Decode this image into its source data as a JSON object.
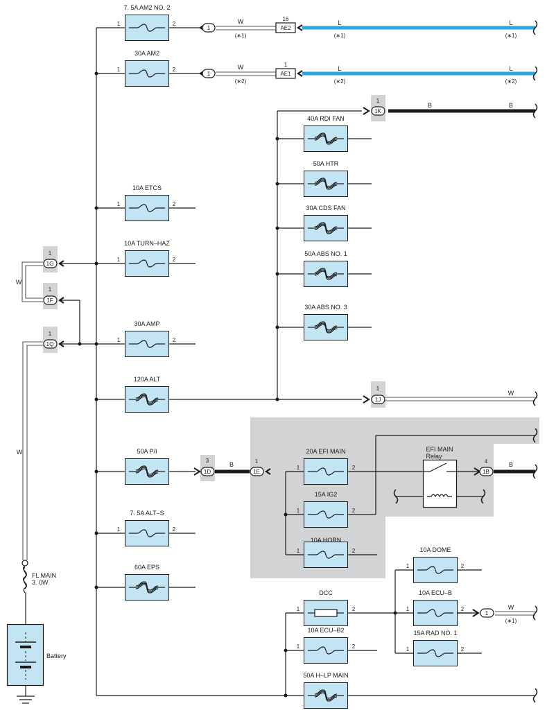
{
  "colors": {
    "fuse_fill": "#c3e4f3",
    "wire_blue": "#2aa6de",
    "shade": "#d2d3d4",
    "tag": "#d3d3d3",
    "line": "#1a1a1a"
  },
  "fuses": {
    "am2_no2": "7. 5A AM2 NO. 2",
    "am2": "30A AM2",
    "etcs": "10A ETCS",
    "turn_haz": "10A TURN–HAZ",
    "amp": "30A AMP",
    "alt": "120A ALT",
    "pi": "50A P/I",
    "alt_s": "7. 5A ALT–S",
    "eps": "60A EPS",
    "rdi_fan": "40A RDI FAN",
    "htr": "50A HTR",
    "cds_fan": "30A CDS FAN",
    "abs1": "50A ABS NO. 1",
    "abs3": "30A ABS NO. 3",
    "efi_main": "20A EFI MAIN",
    "ig2": "15A IG2",
    "horn": "10A HORN",
    "dcc": "DCC",
    "ecu_b2": "10A ECU–B2",
    "hlp_main": "50A H–LP MAIN",
    "dome": "10A DOME",
    "ecu_b": "10A ECU–B",
    "rad1": "15A RAD NO. 1"
  },
  "relay": {
    "name": "EFI MAIN",
    "sub": "Relay"
  },
  "fl_main": {
    "name": "FL MAIN",
    "size": "3. 0W"
  },
  "battery": "Battery",
  "pins": {
    "p1": "1",
    "p2": "2",
    "p3": "3",
    "p4": "4",
    "p16": "16"
  },
  "connectors": {
    "c1": "1",
    "AE2": "AE2",
    "AE1": "AE1",
    "1K": "1K",
    "1G": "1G",
    "1F": "1F",
    "1Q": "1Q",
    "1J": "1J",
    "1D": "1D",
    "1E": "1E",
    "1B": "1B"
  },
  "wire_colors": {
    "W": "W",
    "L": "L",
    "B": "B"
  },
  "notes": {
    "n1": "(∗1)",
    "n2": "(∗2)"
  }
}
